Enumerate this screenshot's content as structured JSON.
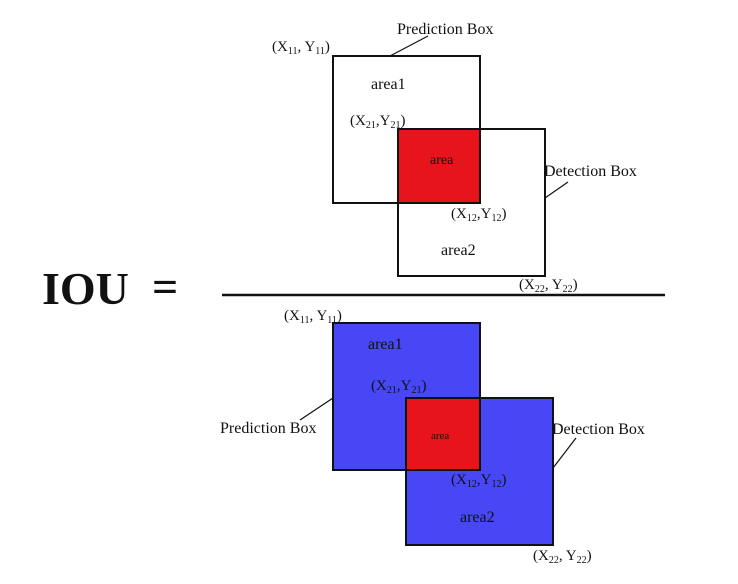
{
  "formula": {
    "lhs": "IOU",
    "equals": "="
  },
  "top": {
    "prediction_box_label": "Prediction Box",
    "detection_box_label": "Detection Box",
    "area1_label": "area1",
    "area2_label": "area2",
    "intersection_label": "area",
    "coord_11": {
      "x": "X",
      "xs": "11",
      "sep": ", ",
      "y": "Y",
      "ys": "11"
    },
    "coord_21": {
      "x": "X",
      "xs": "21",
      "sep": ",",
      "y": "Y",
      "ys": "21"
    },
    "coord_12": {
      "x": "X",
      "xs": "12",
      "sep": ",",
      "y": "Y",
      "ys": "12"
    },
    "coord_22": {
      "x": "X",
      "xs": "22",
      "sep": ", ",
      "y": "Y",
      "ys": "22"
    }
  },
  "bottom": {
    "prediction_box_label": "Prediction Box",
    "detection_box_label": "Detection Box",
    "area1_label": "area1",
    "area2_label": "area2",
    "intersection_label": "area",
    "coord_11": {
      "x": "X",
      "xs": "11",
      "sep": ", ",
      "y": "Y",
      "ys": "11"
    },
    "coord_21": {
      "x": "X",
      "xs": "21",
      "sep": ",",
      "y": "Y",
      "ys": "21"
    },
    "coord_12": {
      "x": "X",
      "xs": "12",
      "sep": ",",
      "y": "Y",
      "ys": "12"
    },
    "coord_22": {
      "x": "X",
      "xs": "22",
      "sep": ", ",
      "y": "Y",
      "ys": "22"
    }
  },
  "colors": {
    "intersection": "#e8141c",
    "union_fill": "#4747f5",
    "outline": "#111111",
    "background": "#ffffff"
  }
}
